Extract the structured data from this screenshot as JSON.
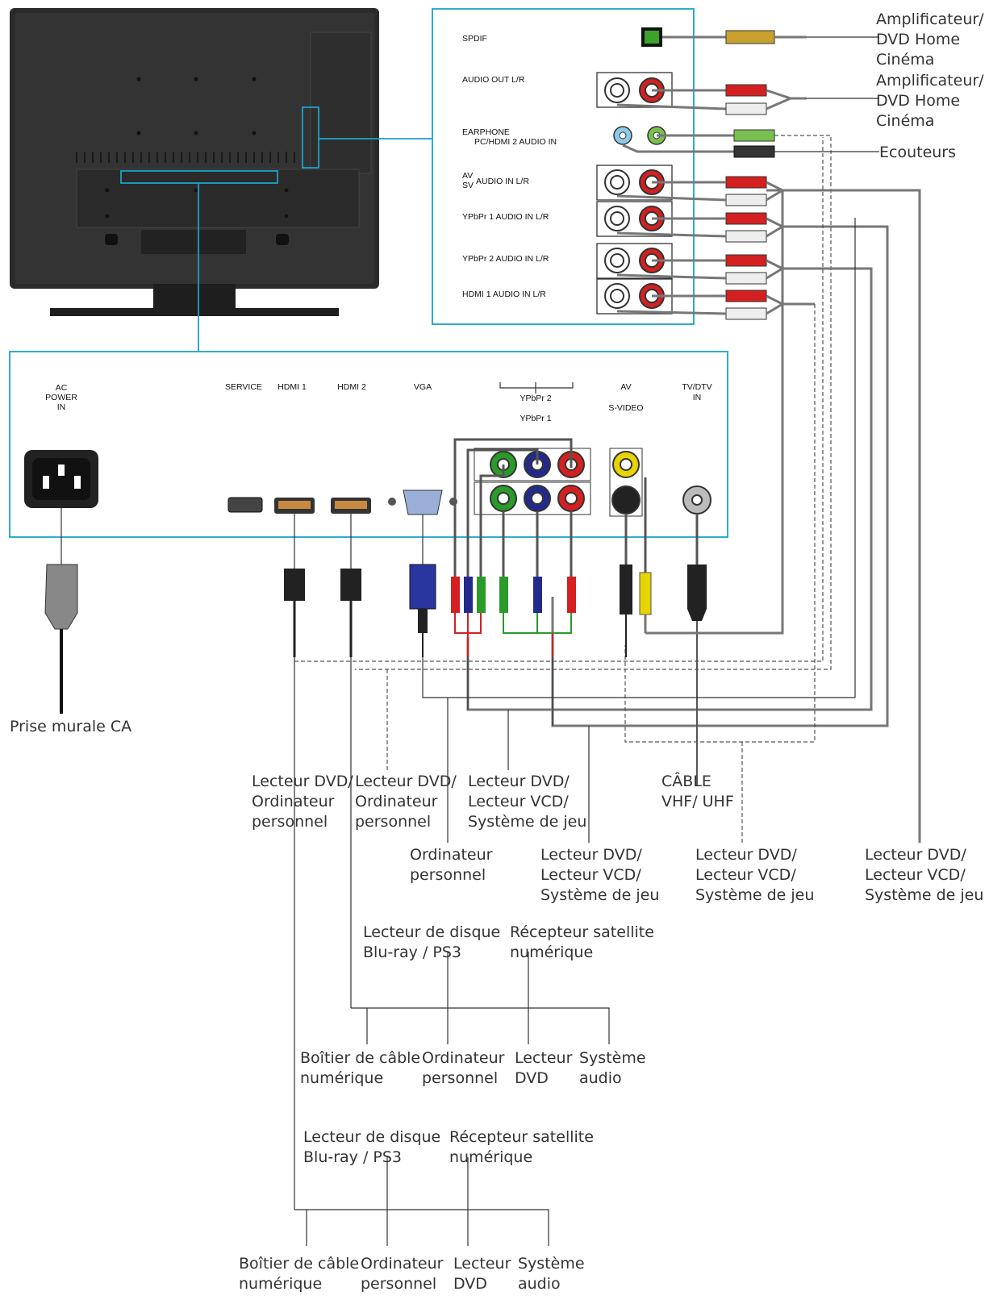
{
  "panel_labels": {
    "spdif": "SPDIF",
    "audio_out": "AUDIO OUT L/R",
    "earphone_1": "EARPHONE",
    "earphone_2": "PC/HDMI 2 AUDIO IN",
    "av_audio_av": "AV",
    "av_audio_sv": "SV",
    "av_audio_text": "AUDIO IN L/R",
    "ypbpr1_audio": "YPbPr 1 AUDIO IN L/R",
    "ypbpr2_audio": "YPbPr 2 AUDIO IN L/R",
    "hdmi1_audio": "HDMI 1 AUDIO IN L/R",
    "ac_power_1": "AC",
    "ac_power_2": "POWER",
    "ac_power_3": "IN",
    "service": "SERVICE",
    "hdmi1": "HDMI 1",
    "hdmi2": "HDMI 2",
    "vga": "VGA",
    "ypbpr2": "YPbPr 2",
    "ypbpr1": "YPbPr 1",
    "av": "AV",
    "svideo": "S-VIDEO",
    "tvdtv_1": "TV/DTV",
    "tvdtv_2": "IN"
  },
  "device_labels": {
    "amp1": [
      "Amplificateur/",
      "DVD Home",
      "Cinéma"
    ],
    "amp2": [
      "Amplificateur/",
      "DVD Home",
      "Cinéma"
    ],
    "headphones": [
      "Ecouteurs"
    ],
    "wall_outlet": [
      "Prise murale CA"
    ],
    "dvd_pc_1": [
      "Lecteur DVD/",
      "Ordinateur",
      "personnel"
    ],
    "dvd_pc_2": [
      "Lecteur DVD/",
      "Ordinateur",
      "personnel"
    ],
    "pc": [
      "Ordinateur",
      "personnel"
    ],
    "dvd_vcd_game_1": [
      "Lecteur DVD/",
      "Lecteur VCD/",
      "Système de jeu"
    ],
    "dvd_vcd_game_2": [
      "Lecteur DVD/",
      "Lecteur VCD/",
      "Système de jeu"
    ],
    "cable_vhf": [
      "CÂBLE",
      "VHF/ UHF"
    ],
    "dvd_vcd_game_3": [
      "Lecteur DVD/",
      "Lecteur VCD/",
      "Système de jeu"
    ],
    "dvd_vcd_game_4": [
      "Lecteur DVD/",
      "Lecteur VCD/",
      "Système de jeu"
    ],
    "bluray_1": [
      "Lecteur de disque",
      "Blu-ray / PS3"
    ],
    "satellite_1": [
      "Récepteur satellite",
      "numérique"
    ],
    "cablebox_1": [
      "Boîtier de câble",
      "numérique"
    ],
    "pc_1": [
      "Ordinateur",
      "personnel"
    ],
    "dvd_1": [
      "Lecteur",
      "DVD"
    ],
    "audio_1": [
      "Système",
      "audio"
    ],
    "bluray_2": [
      "Lecteur de disque",
      "Blu-ray / PS3"
    ],
    "satellite_2": [
      "Récepteur satellite",
      "numérique"
    ],
    "cablebox_2": [
      "Boîtier de câble",
      "numérique"
    ],
    "pc_2": [
      "Ordinateur",
      "personnel"
    ],
    "dvd_2": [
      "Lecteur",
      "DVD"
    ],
    "audio_2": [
      "Système",
      "audio"
    ]
  },
  "colors": {
    "accent_cyan": "#1aa3c8",
    "tv_body": "#2b2b2b",
    "jack_red": "#d42020",
    "jack_green": "#2a9a2a",
    "jack_blue": "#232a8c",
    "jack_yellow": "#e8d400",
    "jack_white": "#eeeeee"
  }
}
